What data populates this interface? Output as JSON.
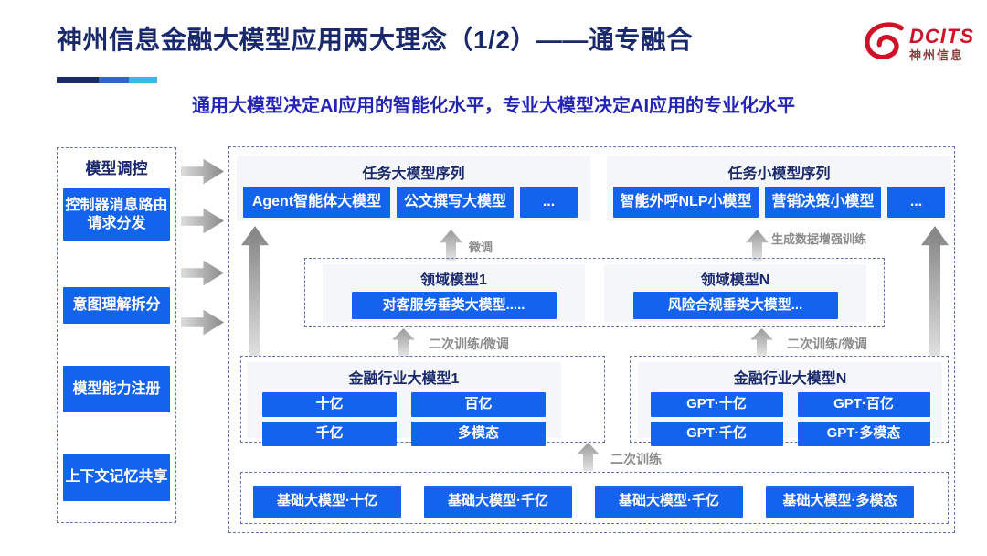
{
  "header": {
    "title": "神州信息金融大模型应用两大理念（1/2）——通专融合",
    "subtitle": "通用大模型决定AI应用的智能化水平，专业大模型决定AI应用的专业化水平",
    "logo": {
      "name": "DCITS",
      "name_cn": "神州信息"
    }
  },
  "sidebar": {
    "title": "模型调控",
    "items": [
      {
        "label": "控制器消息路由请求分发"
      },
      {
        "label": "意图理解拆分"
      },
      {
        "label": "模型能力注册"
      },
      {
        "label": "上下文记忆共享"
      }
    ]
  },
  "diagram": {
    "task_large_series": {
      "title": "任务大模型序列",
      "items": [
        {
          "label": "Agent智能体大模型"
        },
        {
          "label": "公文撰写大模型"
        },
        {
          "label": "..."
        }
      ]
    },
    "task_small_series": {
      "title": "任务小模型序列",
      "items": [
        {
          "label": "智能外呼NLP小模型"
        },
        {
          "label": "营销决策小模型"
        },
        {
          "label": "..."
        }
      ]
    },
    "arrow_labels": {
      "fine_tune": "微调",
      "gen_data_training": "生成数据增强训练",
      "secondary_train_finetune_left": "二次训练/微调",
      "secondary_train_finetune_right": "二次训练/微调",
      "secondary_train": "二次训练"
    },
    "domain_models": {
      "model_1": {
        "title": "领域模型1",
        "item": "对客服务垂类大模型....."
      },
      "model_n": {
        "title": "领域模型N",
        "item": "风险合规垂类大模型..."
      }
    },
    "industry_models": {
      "model_1": {
        "title": "金融行业大模型1",
        "items": [
          {
            "label": "十亿"
          },
          {
            "label": "百亿"
          },
          {
            "label": "千亿"
          },
          {
            "label": "多模态"
          }
        ]
      },
      "model_n": {
        "title": "金融行业大模型N",
        "items": [
          {
            "label": "GPT·十亿"
          },
          {
            "label": "GPT·百亿"
          },
          {
            "label": "GPT·千亿"
          },
          {
            "label": "GPT·多模态"
          }
        ]
      }
    },
    "base_models": {
      "items": [
        {
          "label": "基础大模型·十亿"
        },
        {
          "label": "基础大模型·千亿"
        },
        {
          "label": "基础大模型·千亿"
        },
        {
          "label": "基础大模型·多模态"
        }
      ]
    }
  },
  "colors": {
    "accent_blue": "#1463ee",
    "navy_text": "#19296b",
    "subtitle_blue": "#2424b4",
    "logo_red": "#cf1228",
    "box_background": "#f5f6f9",
    "arrow_gray": "#8c8c8c",
    "accent_bar": [
      "#1b2a6b",
      "#2e66d0",
      "#3db6e8"
    ]
  }
}
